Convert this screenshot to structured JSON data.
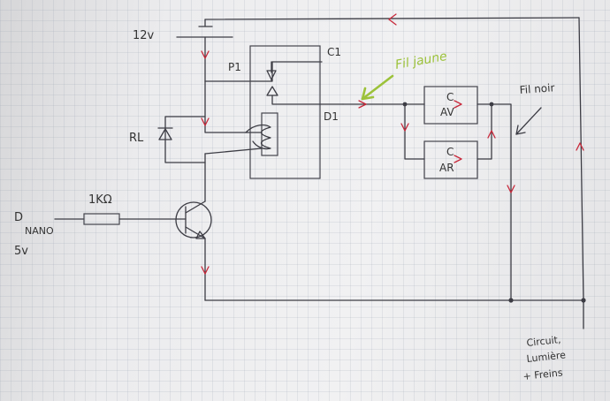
{
  "labels": {
    "battery": "12v",
    "relay_c": "C1",
    "relay_p": "P1",
    "relay_d": "D1",
    "diode": "RL",
    "resistor": "1KΩ",
    "input_main": "D",
    "input_sub": "NANO",
    "input_volt": "5v",
    "wire_yellow": "Fil jaune",
    "wire_black": "Fil noir",
    "load_front_top": "C",
    "load_front_bottom": "AV",
    "load_rear_top": "C",
    "load_rear_bottom": "AR",
    "circuit_line1": "Circuit,",
    "circuit_line2": "Lumière",
    "circuit_line3": "+ Freins"
  }
}
